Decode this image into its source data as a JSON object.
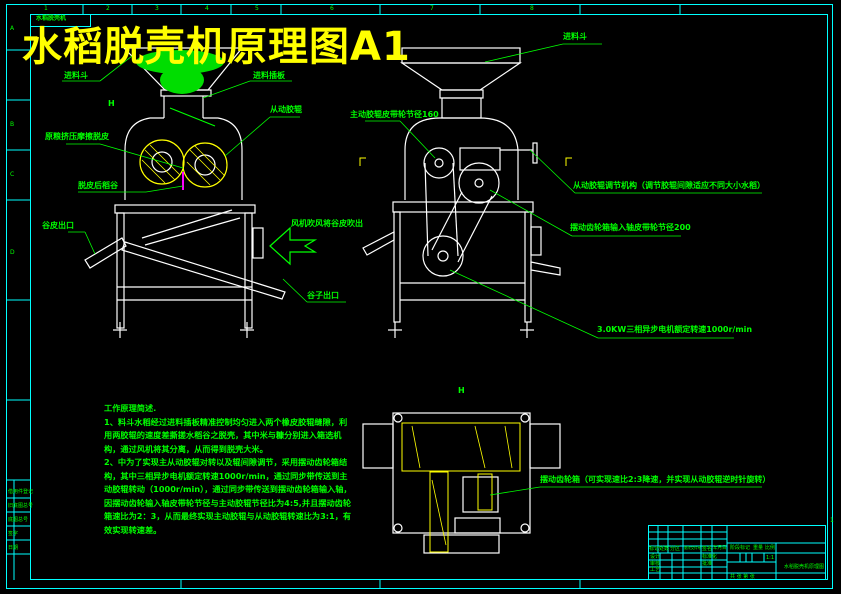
{
  "drawing": {
    "title": "水稻脱壳机原理图A1",
    "corner_label": "水稻脱壳机",
    "section_mark_top": "H",
    "section_mark_bottom": "H",
    "colors": {
      "background": "#000000",
      "frame": "#00ffff",
      "annotation": "#00ff00",
      "title": "#ffff00",
      "geometry": "#ffffff",
      "marker": "#ff00ff"
    }
  },
  "front_view_labels": {
    "hopper": "进料斗",
    "feed_gate": "进料插板",
    "driven_roller": "从动胶辊",
    "squeeze": "原粮挤压摩擦脱皮",
    "dehulled": "脱皮后稻谷",
    "husk_outlet": "谷皮出口",
    "fan": "风机吹风将谷皮吹出",
    "grain_outlet": "谷子出口"
  },
  "side_view_labels": {
    "hopper": "进料斗",
    "drive_pulley": "主动胶辊皮带轮节径160",
    "adjust": "从动胶辊调节机构（调节胶辊间隙适应不同大小水稻）",
    "gearbox_pulley": "摆动齿轮箱输入轴皮带轮节径200",
    "motor": "3.0KW三相异步电机额定转速1000r/min"
  },
  "section_labels": {
    "gearbox": "摆动齿轮箱（可实现速比2:3降速，并实现从动胶辊逆时针旋转）"
  },
  "description": {
    "heading": "工作原理简述.",
    "paragraphs": [
      "1、料斗水稻经过进料插板精准控制均匀进入两个橡皮胶辊缝隙，利用两胶辊的速度差撕搓水稻谷之脱壳，其中米与糠分别进入箱选机构，通过风机将其分离，从而得到脱壳大米。",
      "2、中为了实现主从动胶辊对转以及辊间隙调节，采用摆动齿轮箱结构，其中三相异步电机额定转速1000r/min，通过同步带传送到主动胶辊转动（1000r/min），通过同步带传送到摆动齿轮箱输入轴，因摆动齿轮输入轴皮带轮节径与主动胶辊节径比为4:5,并且摆动齿轮箱速比为2：3，从而最终实现主动胶辊与从动胶辊转速比为3:1，有效实现转速差。"
    ]
  },
  "zones": {
    "top": [
      "1",
      "2",
      "3",
      "4",
      "5",
      "6",
      "7",
      "8"
    ],
    "left": [
      "A",
      "B",
      "C",
      "D"
    ]
  },
  "title_block": {
    "header": [
      "标记",
      "处数",
      "分区",
      "更改文件号",
      "签名",
      "年月日"
    ],
    "roles": [
      "设计",
      "审核",
      "工艺"
    ],
    "roles2": [
      "标准化",
      "批准"
    ],
    "stage": "阶段标记",
    "weight": "重量",
    "scale_label": "比例",
    "scale": "1:1",
    "sheet": "共 张 第 张",
    "drawing_name": "水稻脱壳机原理图",
    "sheet_number": "1"
  },
  "left_strip": [
    "借用件登记",
    "旧底图总号",
    "底图总号",
    "签字",
    "日期"
  ]
}
